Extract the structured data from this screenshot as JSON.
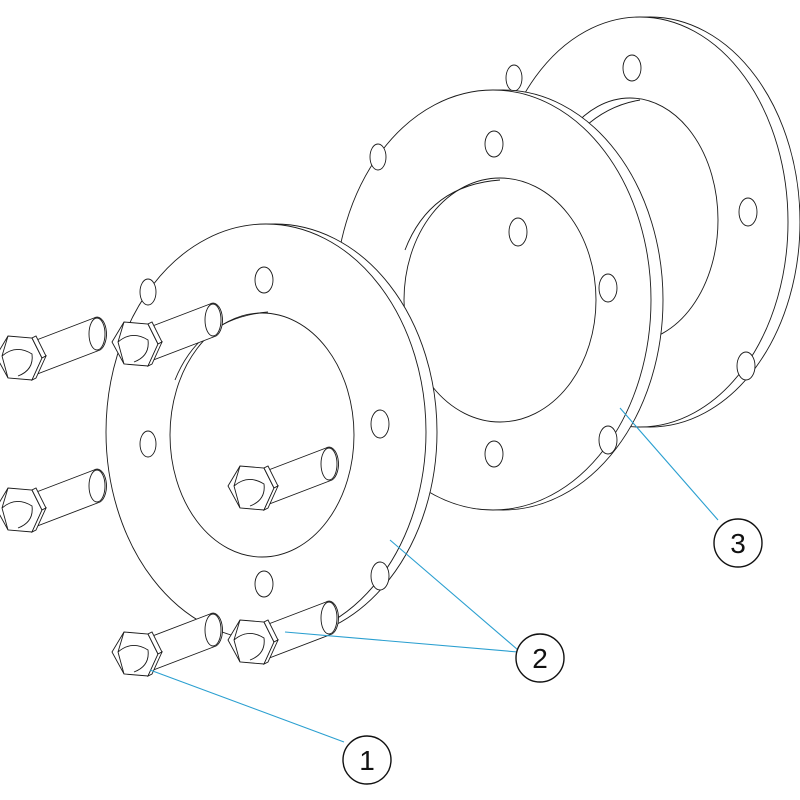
{
  "colors": {
    "leader": "#2a9fd0",
    "outline": "#1a1a1a"
  },
  "callouts": [
    {
      "id": "1",
      "label": "1"
    },
    {
      "id": "2",
      "label": "2"
    },
    {
      "id": "3",
      "label": "3"
    }
  ]
}
